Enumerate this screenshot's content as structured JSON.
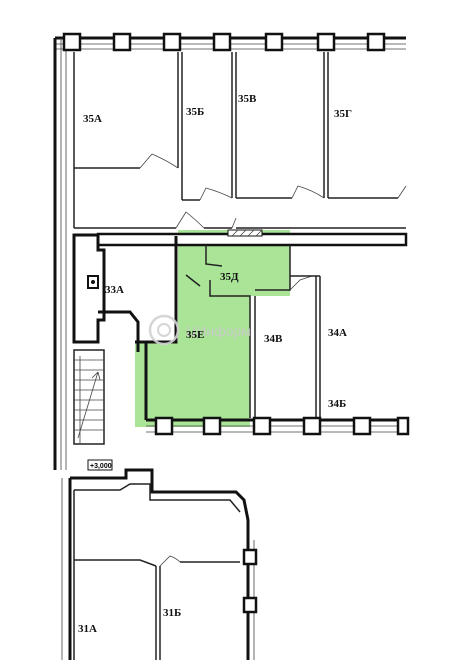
{
  "plan": {
    "highlight_color": "#8edc74",
    "rooms": {
      "r35a": "35А",
      "r35b": "35Б",
      "r35v": "35В",
      "r35g": "35Г",
      "r35d": "35Д",
      "r35e": "35Е",
      "r33a": "33А",
      "r34a": "34А",
      "r34v": "34В",
      "r34b": "34Б",
      "r31a": "31А",
      "r31b": "31Б"
    },
    "level_mark": "+3,000",
    "watermark": "ЦИнформ",
    "watermark_icon": "logo-ring-icon"
  }
}
